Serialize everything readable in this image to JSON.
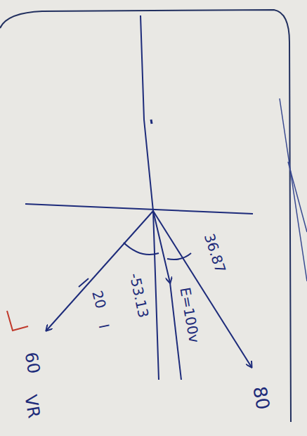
{
  "diagram": {
    "labels": [
      "36.87",
      "E=100v",
      "-53.13",
      "20",
      "I",
      "80",
      "60",
      "VR"
    ]
  }
}
